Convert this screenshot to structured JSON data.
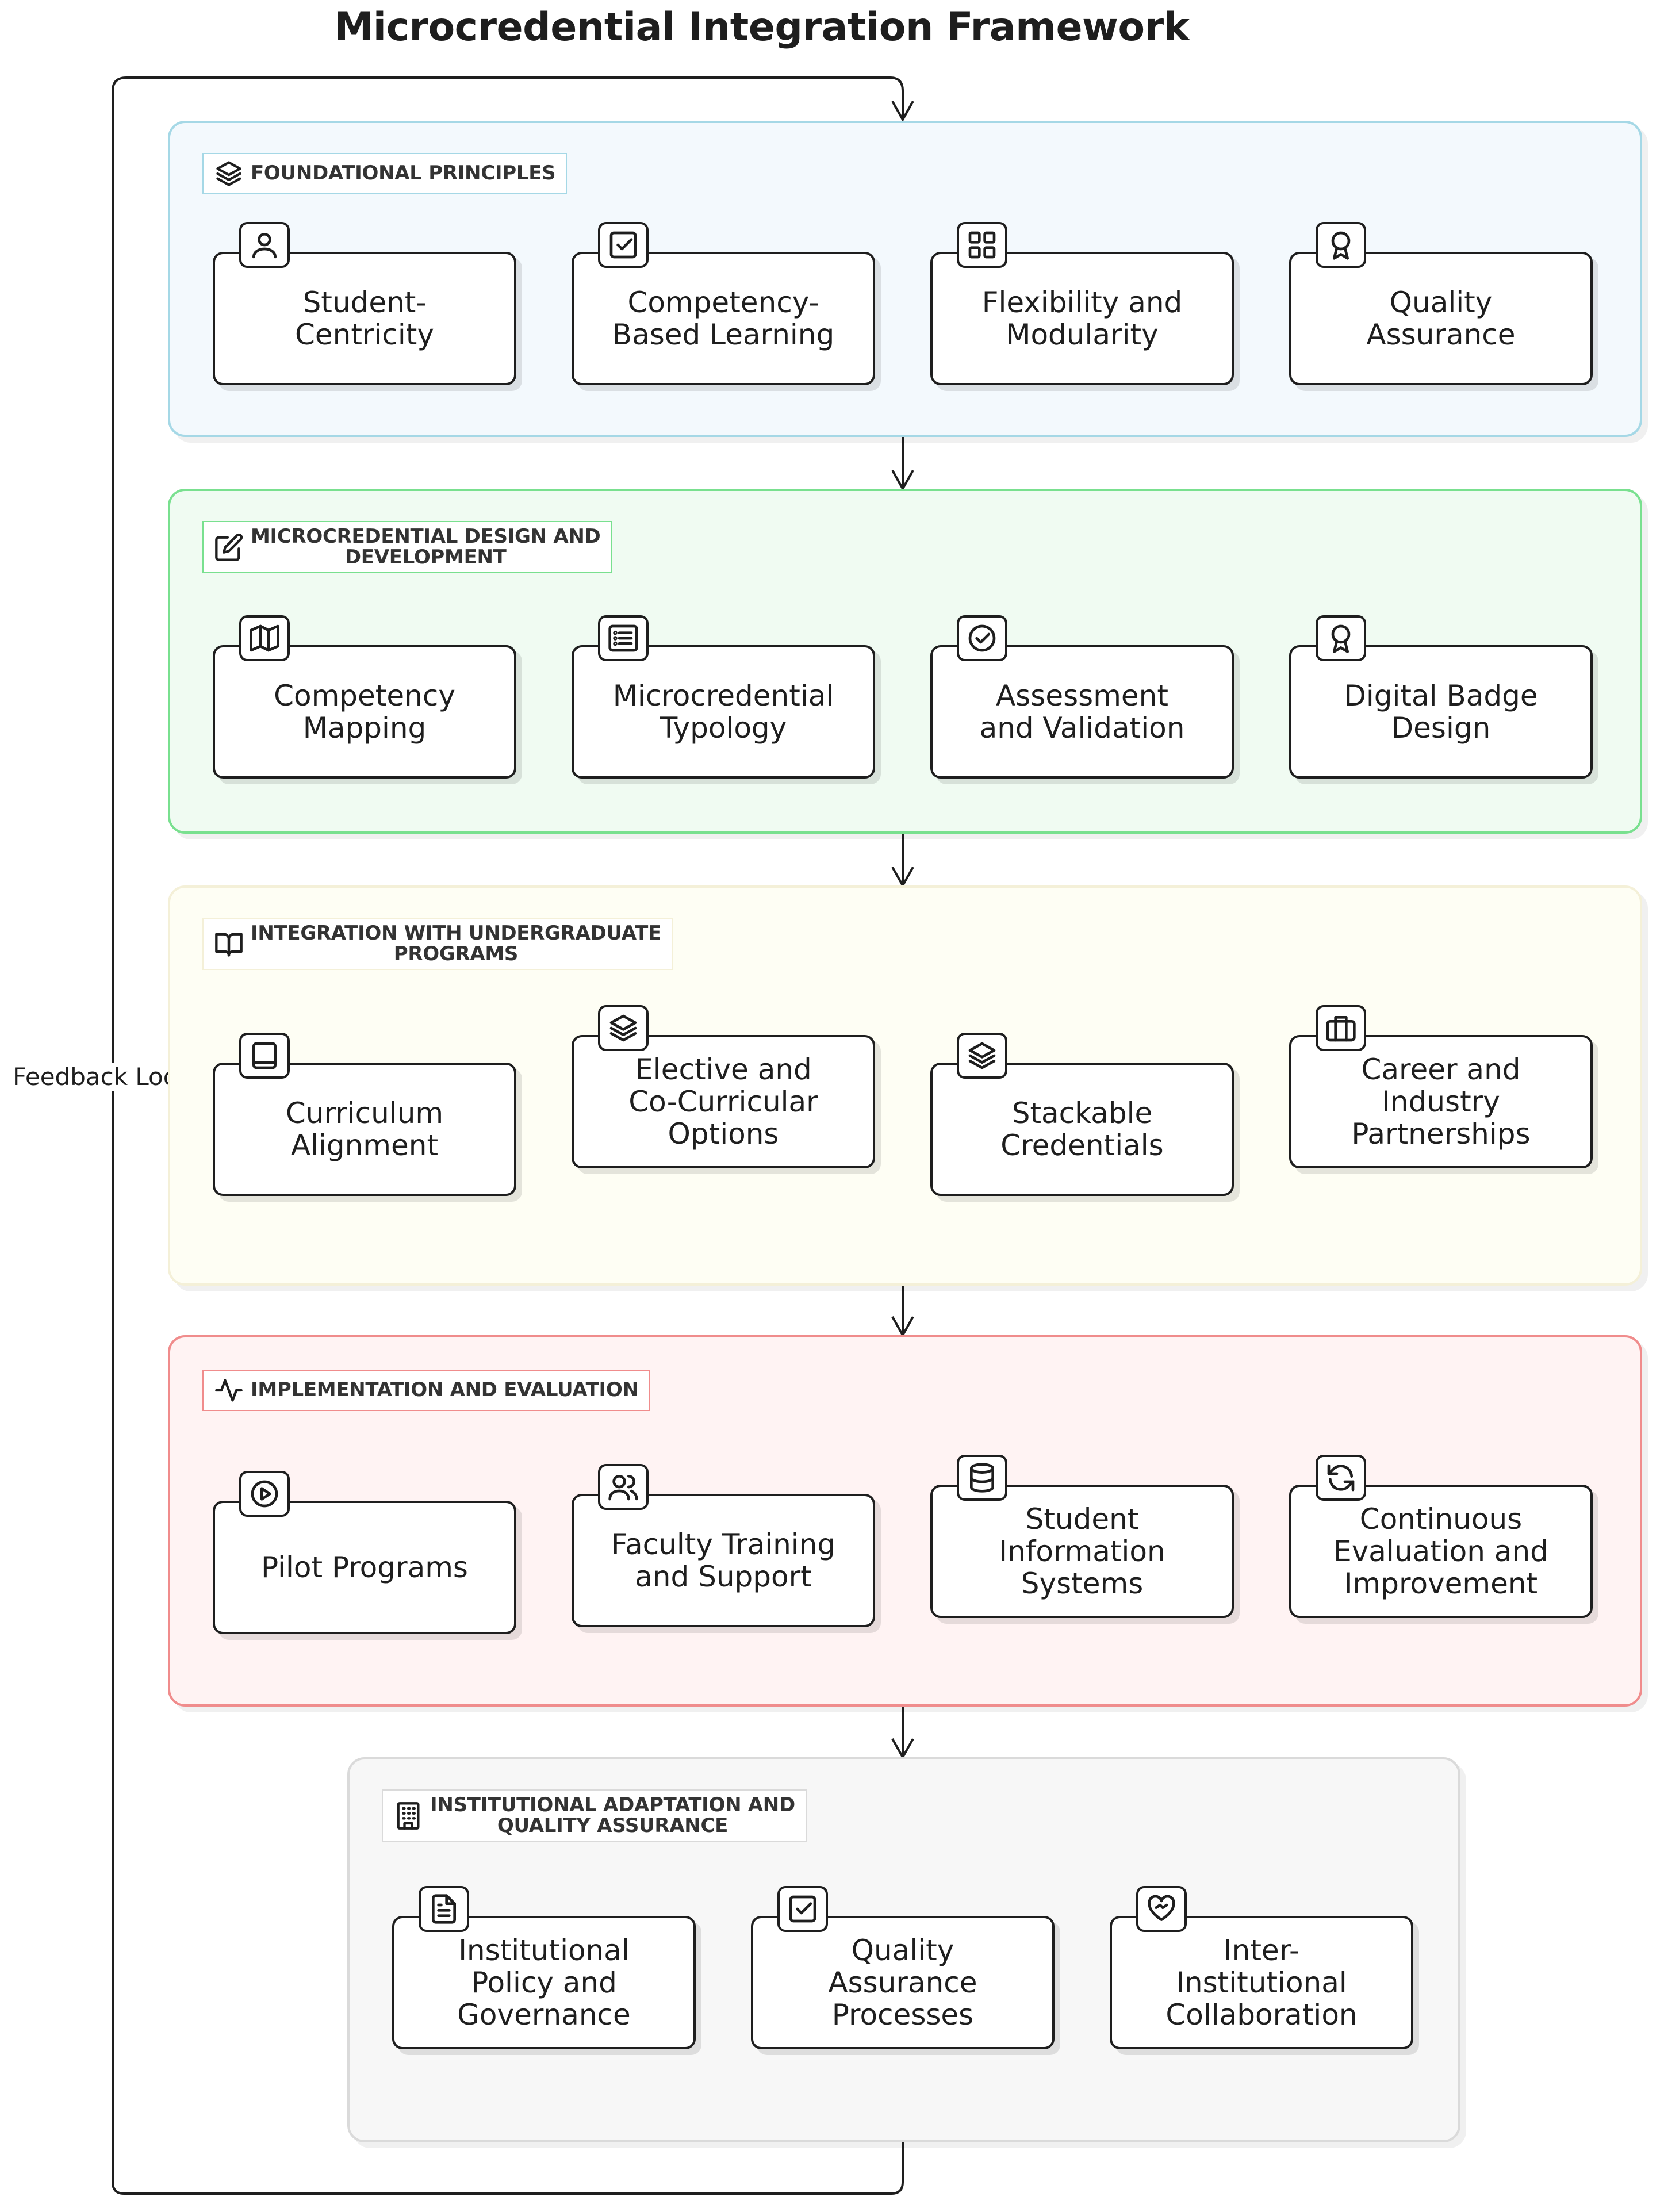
{
  "title": "Microcredential Integration Framework",
  "feedback_label": "Feedback Loop",
  "colors": {
    "foundational_border": "#a5d8e6",
    "foundational_fill": "#f3f9fd",
    "design_border": "#79e08f",
    "design_fill": "#f0fbf2",
    "integration_border": "#f4f0d8",
    "integration_fill": "#fefef4",
    "implementation_border": "#f08c8c",
    "implementation_fill": "#fff3f3",
    "institutional_border": "#dadada",
    "institutional_fill": "#f7f7f7",
    "stroke": "#1e1e1e"
  },
  "sections": [
    {
      "id": "foundational",
      "header": "FOUNDATIONAL PRINCIPLES",
      "icon": "layers-icon",
      "cards": [
        {
          "label": "Student-\nCentricity",
          "icon": "user-icon"
        },
        {
          "label": "Competency-\nBased Learning",
          "icon": "check-square-icon"
        },
        {
          "label": "Flexibility and\nModularity",
          "icon": "grid-icon"
        },
        {
          "label": "Quality\nAssurance",
          "icon": "award-icon"
        }
      ]
    },
    {
      "id": "design",
      "header": "MICROCREDENTIAL DESIGN AND\nDEVELOPMENT",
      "icon": "edit-icon",
      "cards": [
        {
          "label": "Competency\nMapping",
          "icon": "map-icon"
        },
        {
          "label": "Microcredential\nTypology",
          "icon": "list-icon"
        },
        {
          "label": "Assessment\nand Validation",
          "icon": "check-circle-icon"
        },
        {
          "label": "Digital Badge\nDesign",
          "icon": "award-icon"
        }
      ]
    },
    {
      "id": "integration",
      "header": "INTEGRATION WITH UNDERGRADUATE\nPROGRAMS",
      "icon": "book-open-icon",
      "cards": [
        {
          "label": "Curriculum\nAlignment",
          "icon": "book-icon"
        },
        {
          "label": "Elective and\nCo-Curricular\nOptions",
          "icon": "layers-icon"
        },
        {
          "label": "Stackable\nCredentials",
          "icon": "layers-icon"
        },
        {
          "label": "Career and\nIndustry\nPartnerships",
          "icon": "briefcase-icon"
        }
      ]
    },
    {
      "id": "implementation",
      "header": "IMPLEMENTATION AND EVALUATION",
      "icon": "activity-icon",
      "cards": [
        {
          "label": "Pilot Programs",
          "icon": "play-circle-icon"
        },
        {
          "label": "Faculty Training\nand Support",
          "icon": "users-icon"
        },
        {
          "label": "Student\nInformation\nSystems",
          "icon": "database-icon"
        },
        {
          "label": "Continuous\nEvaluation and\nImprovement",
          "icon": "refresh-icon"
        }
      ]
    },
    {
      "id": "institutional",
      "header": "INSTITUTIONAL ADAPTATION AND\nQUALITY ASSURANCE",
      "icon": "building-icon",
      "cards": [
        {
          "label": "Institutional\nPolicy and\nGovernance",
          "icon": "file-text-icon"
        },
        {
          "label": "Quality\nAssurance\nProcesses",
          "icon": "check-square-icon"
        },
        {
          "label": "Inter-\nInstitutional\nCollaboration",
          "icon": "handshake-heart-icon"
        }
      ]
    }
  ]
}
